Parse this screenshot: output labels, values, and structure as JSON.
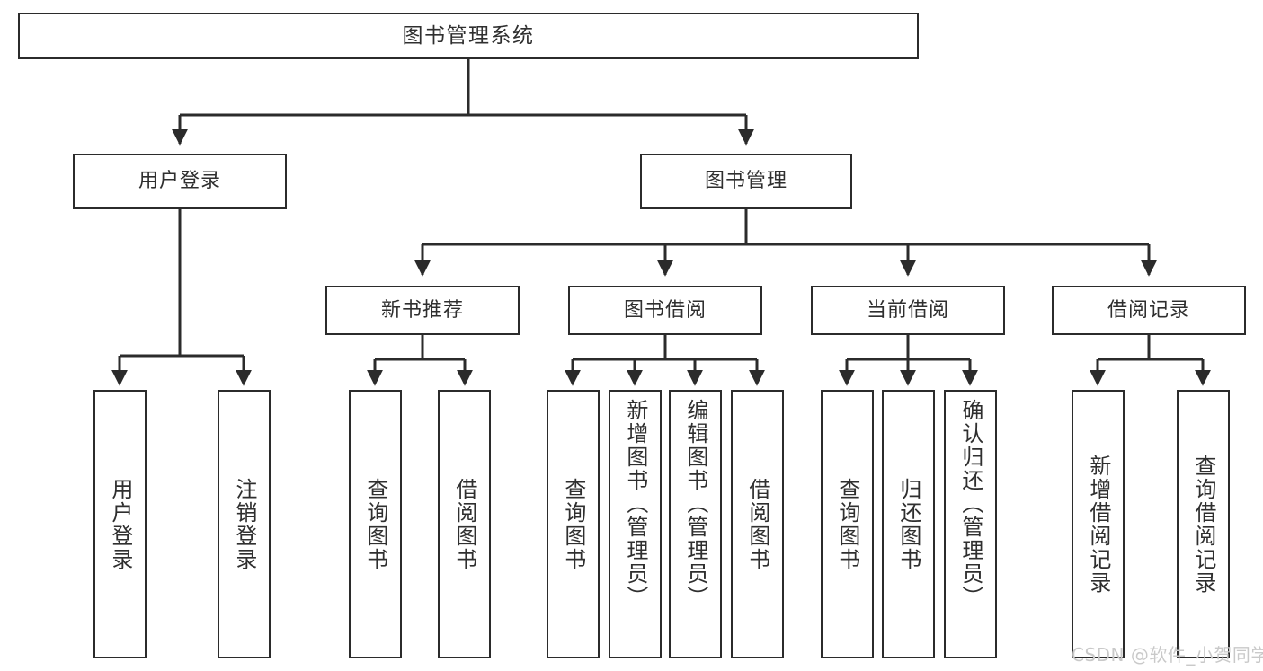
{
  "diagram": {
    "title": "图书管理系统",
    "type": "tree",
    "root": {
      "label": "图书管理系统"
    },
    "level2": [
      {
        "id": "user-login",
        "label": "用户登录"
      },
      {
        "id": "book-manage",
        "label": "图书管理"
      }
    ],
    "level3": [
      {
        "id": "new-book-recommend",
        "label": "新书推荐",
        "parent": "book-manage"
      },
      {
        "id": "book-borrow",
        "label": "图书借阅",
        "parent": "book-manage"
      },
      {
        "id": "current-borrow",
        "label": "当前借阅",
        "parent": "book-manage"
      },
      {
        "id": "borrow-record",
        "label": "借阅记录",
        "parent": "book-manage"
      }
    ],
    "leaves": [
      {
        "id": "leaf-user-login",
        "label": "用户登录",
        "parent": "user-login"
      },
      {
        "id": "leaf-user-logout",
        "label": "注销登录",
        "parent": "user-login"
      },
      {
        "id": "leaf-query-book-1",
        "label": "查询图书",
        "parent": "new-book-recommend"
      },
      {
        "id": "leaf-borrow-book-1",
        "label": "借阅图书",
        "parent": "new-book-recommend"
      },
      {
        "id": "leaf-query-book-2",
        "label": "查询图书",
        "parent": "book-borrow"
      },
      {
        "id": "leaf-add-book",
        "label": "新增图书（管理员）",
        "parent": "book-borrow"
      },
      {
        "id": "leaf-edit-book",
        "label": "编辑图书（管理员）",
        "parent": "book-borrow"
      },
      {
        "id": "leaf-borrow-book-2",
        "label": "借阅图书",
        "parent": "book-borrow"
      },
      {
        "id": "leaf-query-book-3",
        "label": "查询图书",
        "parent": "current-borrow"
      },
      {
        "id": "leaf-return-book",
        "label": "归还图书",
        "parent": "current-borrow"
      },
      {
        "id": "leaf-confirm-return",
        "label": "确认归还（管理员）",
        "parent": "current-borrow"
      },
      {
        "id": "leaf-add-record",
        "label": "新增借阅记录",
        "parent": "borrow-record"
      },
      {
        "id": "leaf-query-record",
        "label": "查询借阅记录",
        "parent": "borrow-record"
      }
    ],
    "colors": {
      "border": "#2b2b2b",
      "background": "#ffffff",
      "text": "#2f2f2f",
      "watermark": "#c9c9c9"
    }
  },
  "watermark": {
    "text": "CSDN @软件_小贺同学"
  }
}
